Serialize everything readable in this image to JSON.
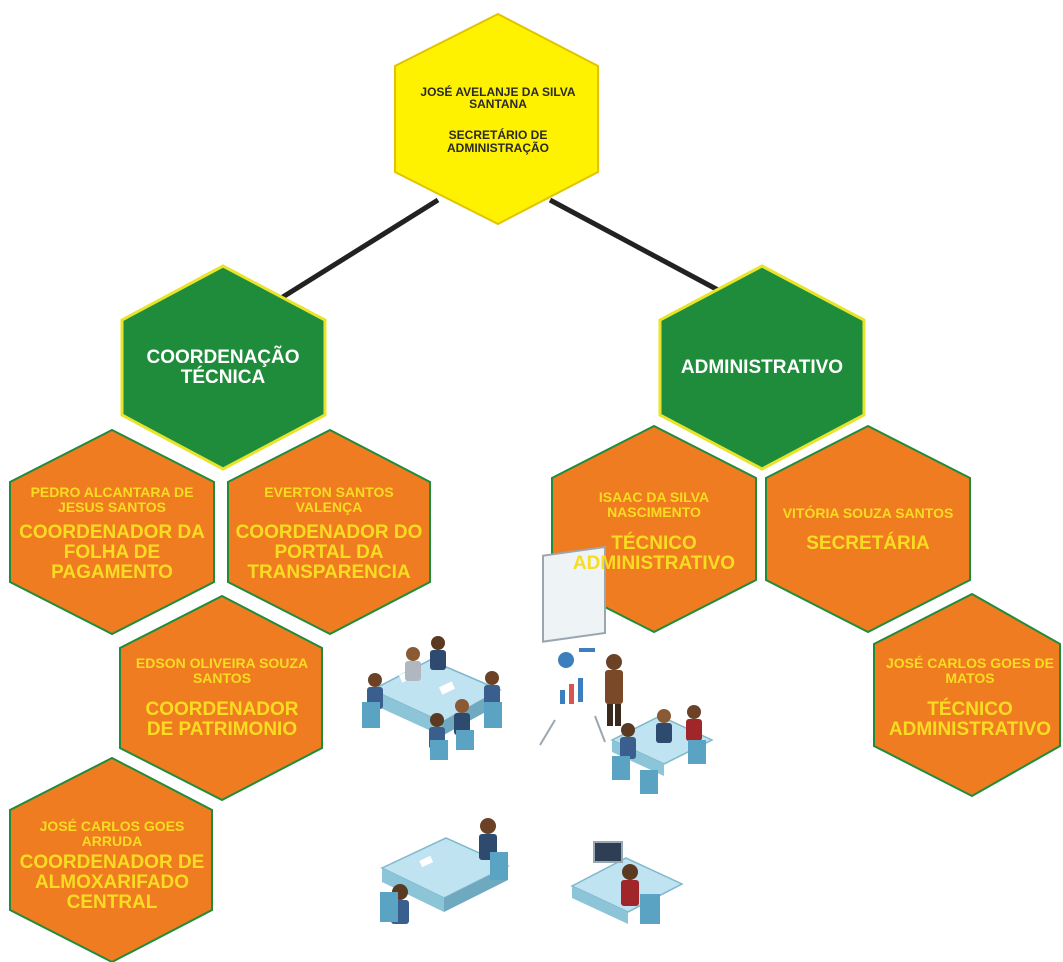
{
  "colors": {
    "yellow_fill": "#fff200",
    "yellow_stroke": "#e0c400",
    "green_fill": "#1f8c3b",
    "green_stroke": "#e9e42a",
    "orange_fill": "#f07c22",
    "orange_stroke": "#1f8c3b",
    "text_yellow": "#f7dc22",
    "connector": "#222222"
  },
  "top": {
    "name": "JOSÉ AVELANJE DA SILVA SANTANA",
    "role": "SECRETÁRIO DE ADMINISTRAÇÃO"
  },
  "branches": {
    "left": {
      "label": "COORDENAÇÃO TÉCNICA"
    },
    "right": {
      "label": "ADMINISTRATIVO"
    }
  },
  "members": {
    "pedro": {
      "name": "PEDRO ALCANTARA DE JESUS SANTOS",
      "role": "COORDENADOR DA FOLHA DE PAGAMENTO"
    },
    "everton": {
      "name": "EVERTON SANTOS VALENÇA",
      "role": "COORDENADOR DO PORTAL DA TRANSPARENCIA"
    },
    "edson": {
      "name": "EDSON OLIVEIRA SOUZA SANTOS",
      "role": "COORDENADOR DE PATRIMONIO"
    },
    "jose_arruda": {
      "name": "JOSÉ CARLOS GOES ARRUDA",
      "role": "COORDENADOR DE ALMOXARIFADO CENTRAL"
    },
    "isaac": {
      "name": "ISAAC DA SILVA NASCIMENTO",
      "role": "TÉCNICO ADMINISTRATIVO"
    },
    "vitoria": {
      "name": "VITÓRIA SOUZA SANTOS",
      "role": "SECRETÁRIA"
    },
    "jose_matos": {
      "name": "JOSÉ CARLOS GOES DE MATOS",
      "role": "TÉCNICO ADMINISTRATIVO"
    }
  },
  "illustration": {
    "icon": "office-meeting-illustration"
  }
}
